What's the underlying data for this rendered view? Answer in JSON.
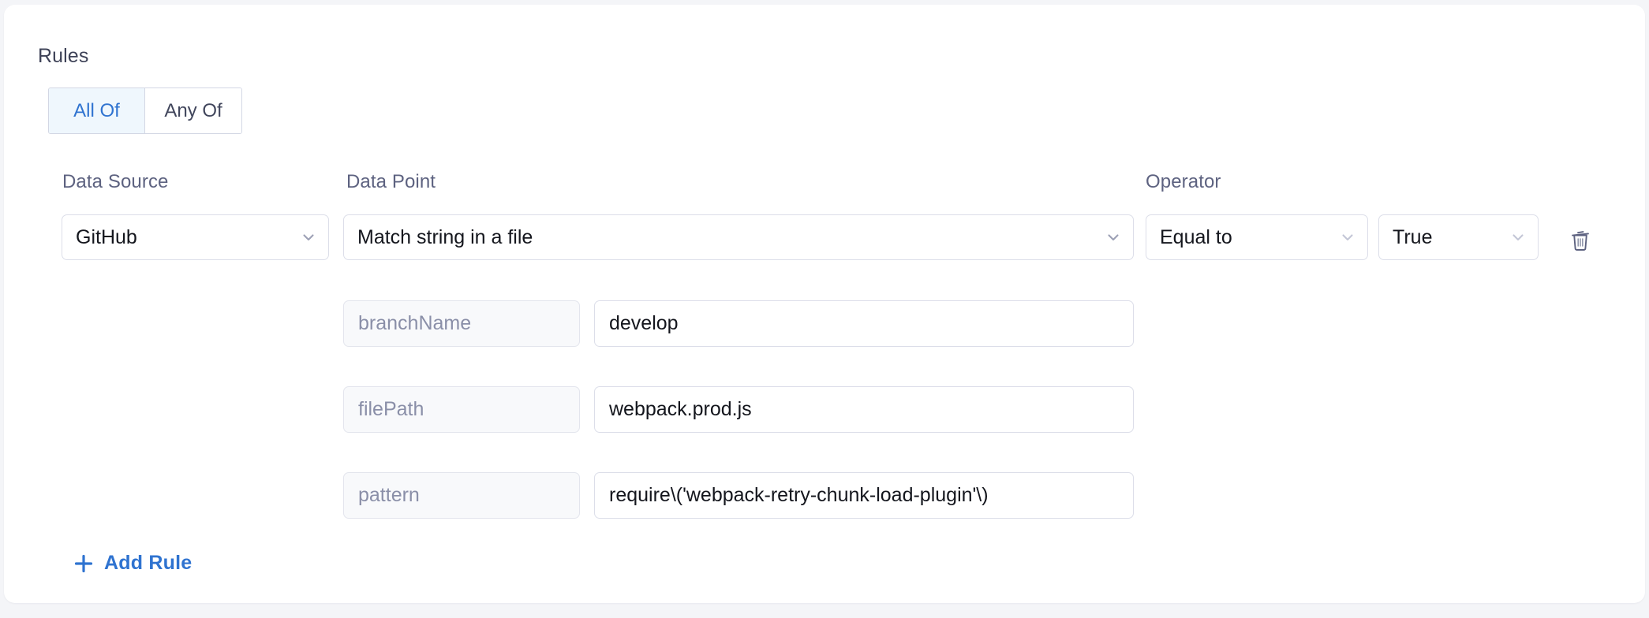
{
  "card": {
    "section_title": "Rules"
  },
  "match_mode": {
    "options": [
      {
        "label": "All Of",
        "selected": true
      },
      {
        "label": "Any Of",
        "selected": false
      }
    ]
  },
  "labels": {
    "data_source": "Data Source",
    "data_point": "Data Point",
    "operator": "Operator"
  },
  "rule": {
    "data_source": "GitHub",
    "data_point": "Match string in a file",
    "operator": "Equal to",
    "comparison_value": "True",
    "params": [
      {
        "key": "branchName",
        "value": "develop"
      },
      {
        "key": "filePath",
        "value": "webpack.prod.js"
      },
      {
        "key": "pattern",
        "value": "require\\('webpack-retry-chunk-load-plugin'\\)"
      }
    ]
  },
  "actions": {
    "add_rule": "Add Rule",
    "delete_rule_icon": "trash-icon",
    "add_rule_icon": "plus-icon"
  },
  "icons": {
    "chevron": "chevron-down-icon"
  },
  "colors": {
    "accent": "#2f73d0",
    "active_tab_bg": "#eff7fd",
    "page_bg": "#f4f5f8",
    "card_bg": "#ffffff",
    "label_text": "#5d6280",
    "placeholder_text": "#8a8fa8",
    "field_border": "#dcdee9",
    "key_field_bg": "#f8f9fb"
  }
}
